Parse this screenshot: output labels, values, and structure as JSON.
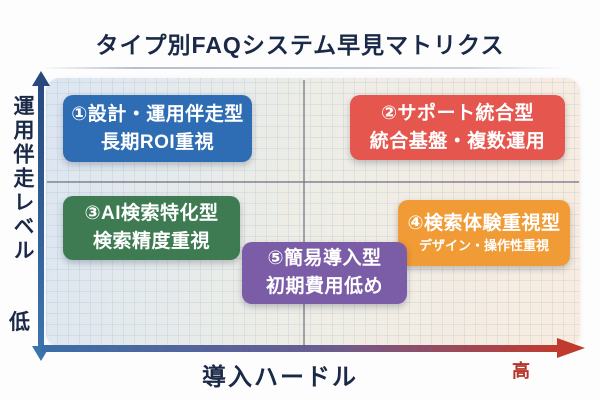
{
  "title": "タイプ別FAQシステム早見マトリクス",
  "axes": {
    "y_label": "運用伴走レベル",
    "y_min_label": "低",
    "x_label": "導入ハードル",
    "x_max_label": "高",
    "y_axis_color": "#2c5590",
    "x_axis_gradient_start": "#3a6ea8",
    "x_axis_gradient_end": "#c13a2e",
    "quadrant_line_color": "#76768a"
  },
  "text_color": "#1a2947",
  "boxes": [
    {
      "line1": "①設計・運用伴走型",
      "line2": "長期ROI重視",
      "color": "#2e6cb4",
      "quadrant": "top-left"
    },
    {
      "line1": "②サポート統合型",
      "line2": "統合基盤・複数運用",
      "color": "#e5564e",
      "quadrant": "top-right"
    },
    {
      "line1": "③AI検索特化型",
      "line2": "検索精度重視",
      "color": "#3e7b53",
      "quadrant": "bottom-left"
    },
    {
      "line1": "④検索体験重視型",
      "line2": "デザイン・操作性重視",
      "color": "#f09b35",
      "quadrant": "bottom-right"
    },
    {
      "line1": "⑤簡易導入型",
      "line2": "初期費用低め",
      "color": "#7b5ca6",
      "quadrant": "bottom-center"
    }
  ]
}
